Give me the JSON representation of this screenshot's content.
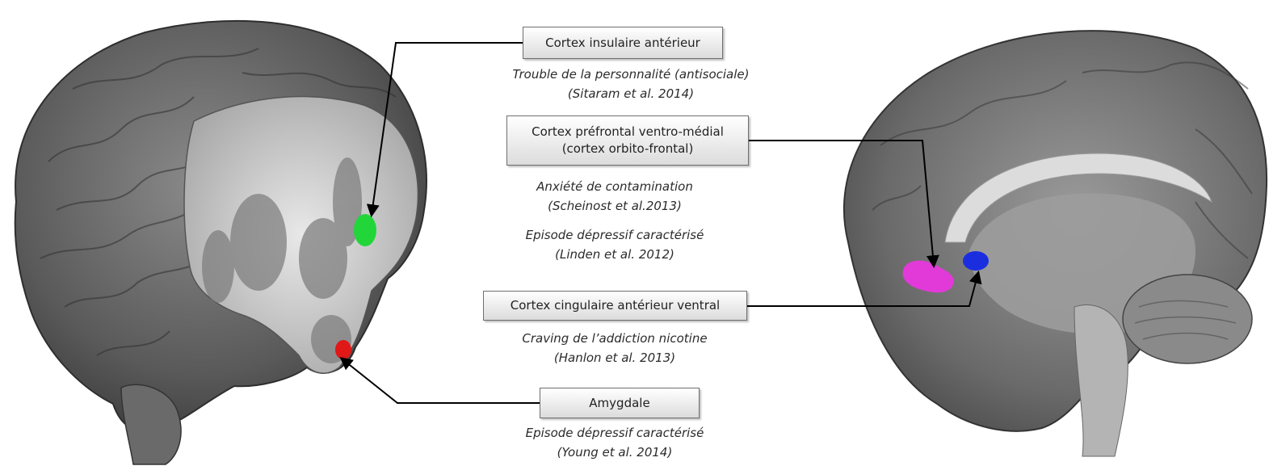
{
  "labels": {
    "insula": {
      "title": "Cortex insulaire antérieur"
    },
    "vmpfc": {
      "line1": "Cortex préfrontal ventro-médial",
      "line2": "(cortex orbito-frontal)"
    },
    "cingulate": {
      "title": "Cortex cingulaire antérieur ventral"
    },
    "amygdala": {
      "title": "Amygdale"
    }
  },
  "notes": {
    "insula": {
      "condition": "Trouble de la personnalité (antisociale)",
      "citation": "(Sitaram et al. 2014)"
    },
    "vmpfc_1": {
      "condition": "Anxiété de contamination",
      "citation": "(Scheinost et al.2013)"
    },
    "vmpfc_2": {
      "condition": "Episode dépressif caractérisé",
      "citation": "(Linden et al. 2012)"
    },
    "cingulate": {
      "condition": "Craving de l’addiction nicotine",
      "citation": "(Hanlon et al. 2013)"
    },
    "amygdala": {
      "condition": "Episode dépressif caractérisé",
      "citation": "(Young et al. 2014)"
    }
  },
  "colors": {
    "insula_blob": "#22d63a",
    "amygdala_blob": "#e01818",
    "vmpfc_blob": "#e23ad8",
    "cingulate_blob": "#1a2ee0",
    "brain_dark": "#4a4a4a",
    "brain_light": "#bdbdbd"
  }
}
